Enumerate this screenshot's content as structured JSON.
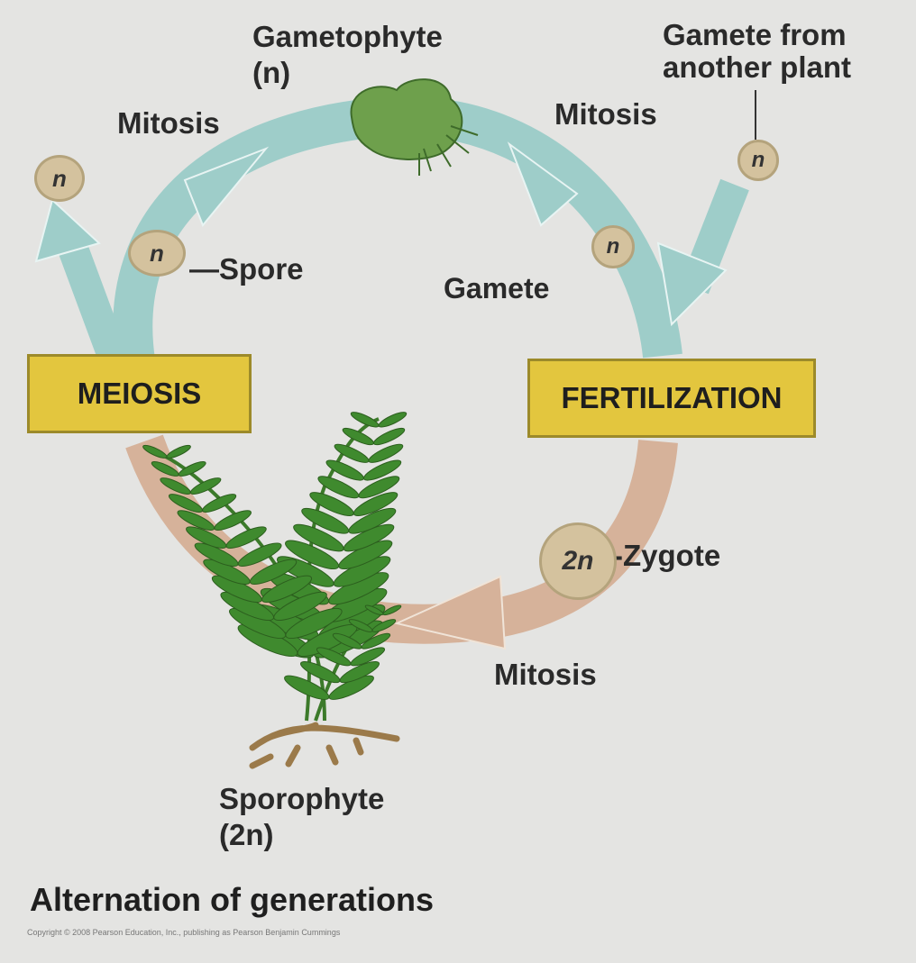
{
  "labels": {
    "gametophyte": "Gametophyte",
    "gametophyte_ploidy": "(n)",
    "gamete_from_line1": "Gamete from",
    "gamete_from_line2": "another plant",
    "mitosis_top_left": "Mitosis",
    "mitosis_top_right": "Mitosis",
    "mitosis_bottom": "Mitosis",
    "spore": "Spore",
    "gamete": "Gamete",
    "zygote": "Zygote",
    "sporophyte": "Sporophyte",
    "sporophyte_ploidy": "(2n)"
  },
  "boxes": {
    "meiosis": "MEIOSIS",
    "fertilization": "FERTILIZATION"
  },
  "cells": {
    "released_spore": "n",
    "spore": "n",
    "gamete": "n",
    "foreign_gamete": "n",
    "zygote": "2n"
  },
  "caption": "Alternation of generations",
  "copyright": "Copyright © 2008 Pearson Education, Inc., publishing as Pearson Benjamin Cummings",
  "colors": {
    "haploid_arrow": "#9ecdc9",
    "diploid_arrow": "#d6b29a",
    "label_box": "#e3c63e",
    "cell": "#d4c29e",
    "fern_green": "#3f8a2e"
  }
}
